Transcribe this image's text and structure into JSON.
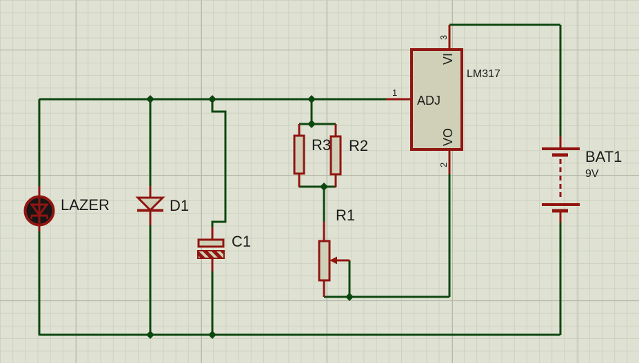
{
  "canvas": {
    "type": "schematic-grid-canvas",
    "description": "LM317 laser diode driver schematic"
  },
  "colors": {
    "background": "#dfe2d3",
    "grid_minor": "#cdd1c0",
    "grid_major": "#b5b9a8",
    "wire_green": "#0c470f",
    "component_red": "#911510",
    "body_fill": "#cfd0b7",
    "lazer_fill": "#161616",
    "text_color": "#1a1a1a"
  },
  "components": {
    "lazer": {
      "ref": "LAZER"
    },
    "d1": {
      "ref": "D1"
    },
    "c1": {
      "ref": "C1"
    },
    "r1": {
      "ref": "R1"
    },
    "r2": {
      "ref": "R2"
    },
    "r3": {
      "ref": "R3"
    },
    "bat1": {
      "ref": "BAT1",
      "value": "9V"
    },
    "u1": {
      "ref": "LM317",
      "pins": {
        "vi": "VI",
        "vo": "VO",
        "adj": "ADJ",
        "vi_num": "3",
        "vo_num": "2",
        "adj_num": "1"
      }
    }
  }
}
